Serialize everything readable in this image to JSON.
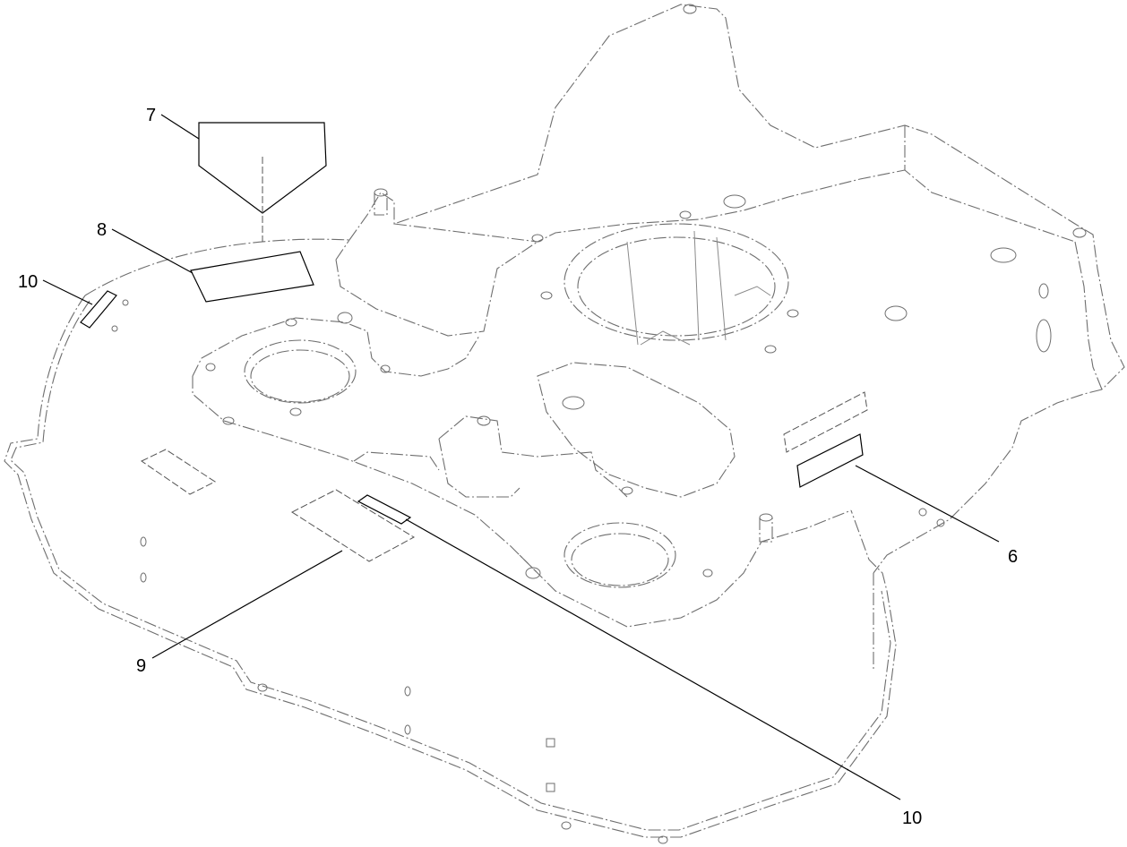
{
  "diagram": {
    "callouts": [
      {
        "id": "callout-6",
        "label": "6"
      },
      {
        "id": "callout-7",
        "label": "7"
      },
      {
        "id": "callout-8",
        "label": "8"
      },
      {
        "id": "callout-9",
        "label": "9"
      },
      {
        "id": "callout-10-left",
        "label": "10"
      },
      {
        "id": "callout-10-bottom",
        "label": "10"
      }
    ]
  }
}
